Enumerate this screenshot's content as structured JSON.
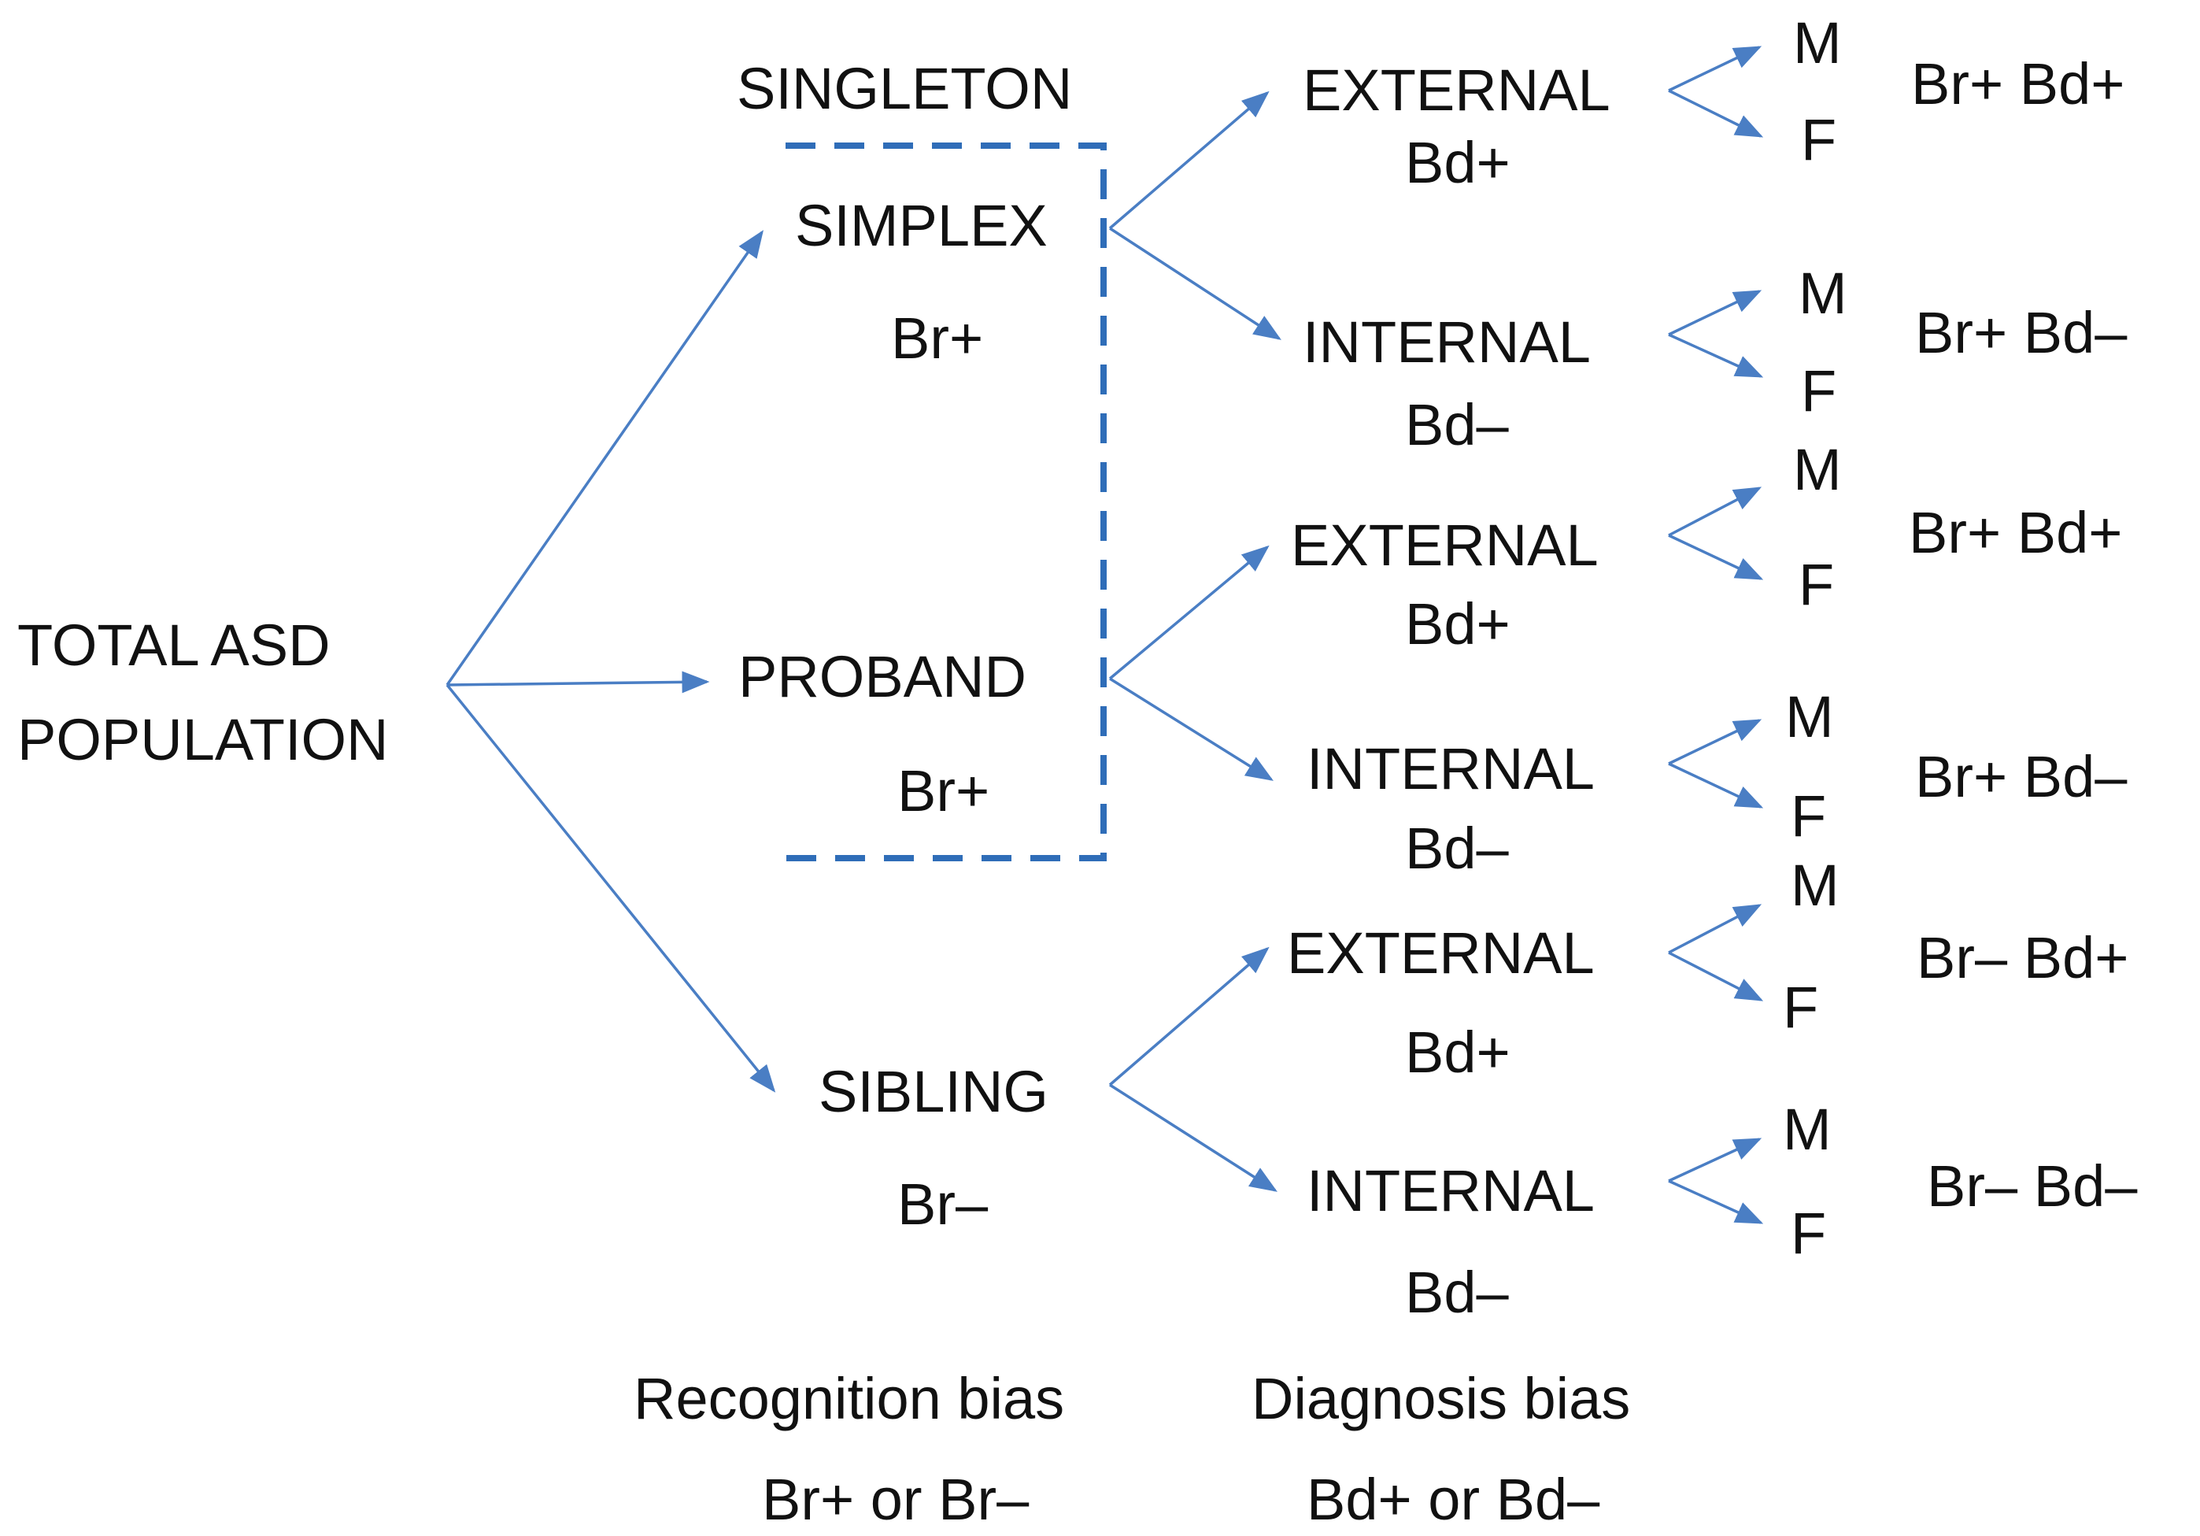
{
  "root": {
    "line1": "TOTAL ASD",
    "line2": "POPULATION"
  },
  "level1": {
    "singleton": "SINGLETON",
    "simplex": {
      "label": "SIMPLEX",
      "bias": "Br+"
    },
    "proband": {
      "label": "PROBAND",
      "bias": "Br+"
    },
    "sibling": {
      "label": "SIBLING",
      "bias": "Br–"
    }
  },
  "level2": [
    {
      "label": "EXTERNAL",
      "bias": "Bd+",
      "male": "M",
      "female": "F",
      "result": "Br+ Bd+"
    },
    {
      "label": "INTERNAL",
      "bias": "Bd–",
      "male": "M",
      "female": "F",
      "result": "Br+ Bd–"
    },
    {
      "label": "EXTERNAL",
      "bias": "Bd+",
      "male": "M",
      "female": "F",
      "result": "Br+ Bd+"
    },
    {
      "label": "INTERNAL",
      "bias": "Bd–",
      "male": "M",
      "female": "F",
      "result": "Br+ Bd–"
    },
    {
      "label": "EXTERNAL",
      "bias": "Bd+",
      "male": "M",
      "female": "F",
      "result": "Br– Bd+"
    },
    {
      "label": "INTERNAL",
      "bias": "Bd–",
      "male": "M",
      "female": "F",
      "result": "Br– Bd–"
    }
  ],
  "footer": {
    "recognition_title": "Recognition bias",
    "recognition_values": "Br+ or Br–",
    "diagnosis_title": "Diagnosis bias",
    "diagnosis_values": "Bd+ or Bd–"
  },
  "colors": {
    "arrow": "#4a7ec4",
    "dashed_box": "#2f6db8",
    "text": "#111111"
  }
}
